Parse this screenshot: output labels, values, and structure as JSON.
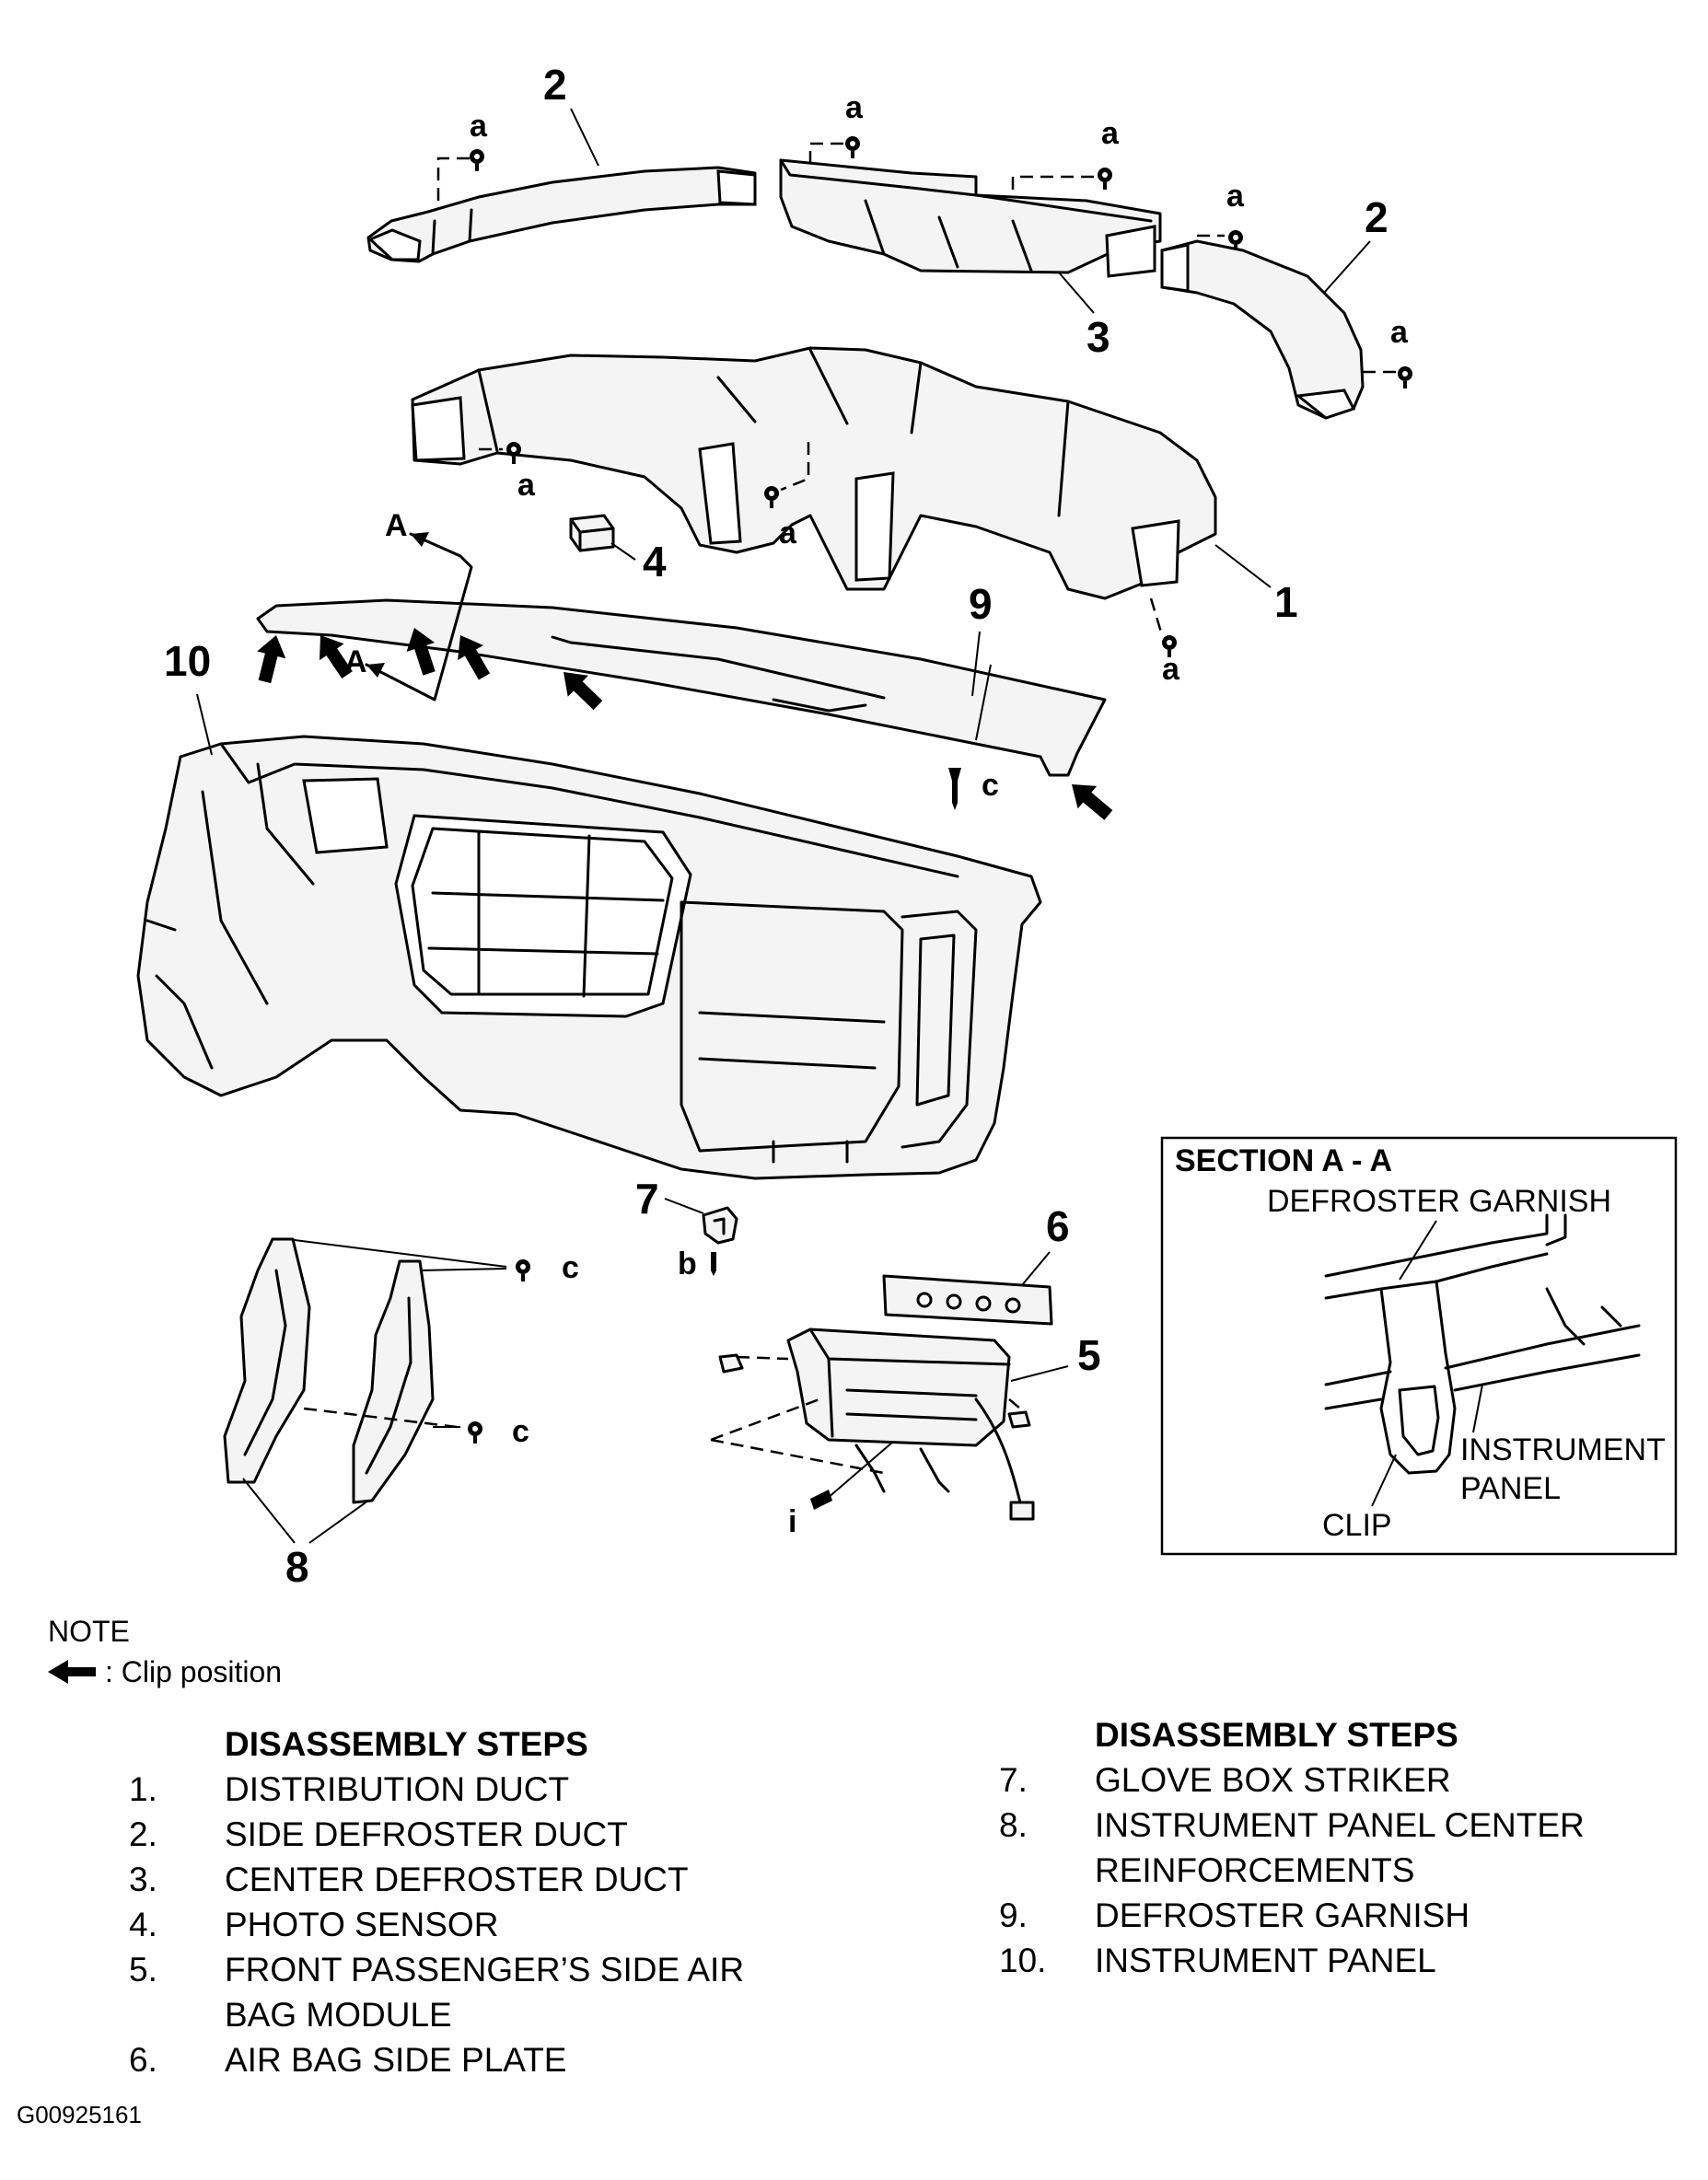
{
  "labels": {
    "part_1": "1",
    "part_2": "2",
    "part_3": "3",
    "part_4": "4",
    "part_5": "5",
    "part_6": "6",
    "part_7": "7",
    "part_8": "8",
    "part_9": "9",
    "part_10": "10",
    "fastener_a": "a",
    "fastener_b": "b",
    "fastener_c": "c",
    "fastener_i": "i",
    "section_marker": "A"
  },
  "section": {
    "title": "SECTION A - A",
    "defroster_garnish": "DEFROSTER GARNISH",
    "instrument_line1": "INSTRUMENT",
    "instrument_line2": "PANEL",
    "clip": "CLIP"
  },
  "note": {
    "title": "NOTE",
    "legend": ": Clip position"
  },
  "steps_left": {
    "heading": "DISASSEMBLY STEPS",
    "items": [
      {
        "num": "1.",
        "label": "DISTRIBUTION DUCT"
      },
      {
        "num": "2.",
        "label": "SIDE DEFROSTER DUCT"
      },
      {
        "num": "3.",
        "label": "CENTER DEFROSTER DUCT"
      },
      {
        "num": "4.",
        "label": "PHOTO SENSOR"
      },
      {
        "num": "5.",
        "label": "FRONT PASSENGER’S SIDE AIR BAG MODULE"
      },
      {
        "num": "6.",
        "label": "AIR BAG SIDE PLATE"
      }
    ]
  },
  "steps_right": {
    "heading": "DISASSEMBLY STEPS",
    "items": [
      {
        "num": "7.",
        "label": "GLOVE BOX STRIKER"
      },
      {
        "num": "8.",
        "label": "INSTRUMENT PANEL CENTER REINFORCEMENTS"
      },
      {
        "num": "9.",
        "label": "DEFROSTER GARNISH"
      },
      {
        "num": "10.",
        "label": "INSTRUMENT PANEL"
      }
    ]
  },
  "figure_code": "G00925161"
}
